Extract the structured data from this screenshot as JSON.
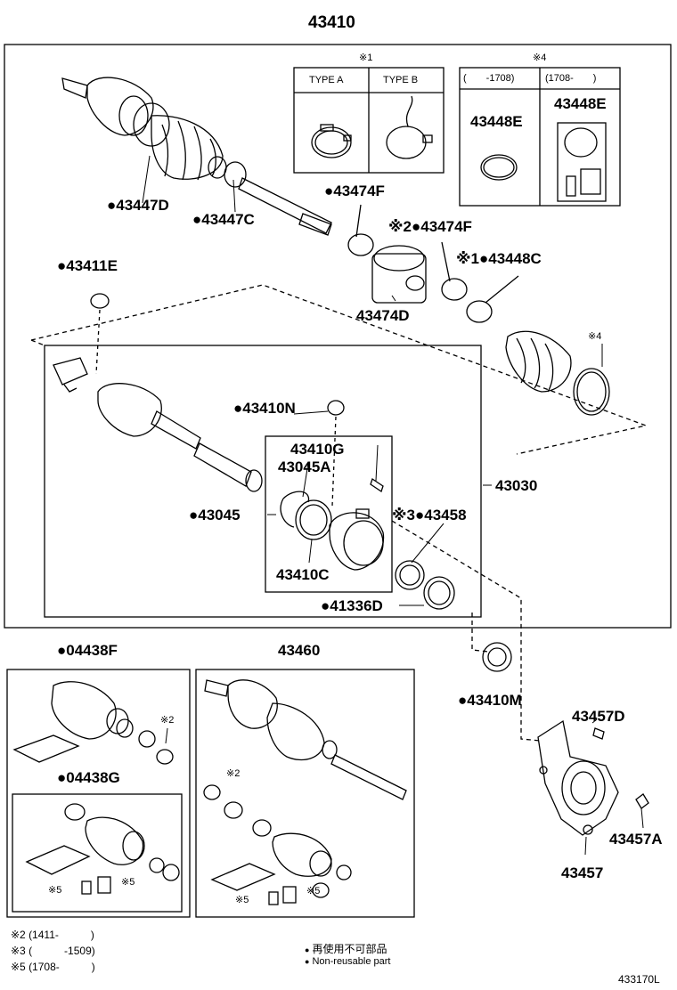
{
  "assembly": {
    "main_part": "43410",
    "inner_part": "43030",
    "drawing_number": "433170L"
  },
  "variant_tables": {
    "note1": {
      "marker": "※1",
      "headers": [
        "TYPE A",
        "TYPE B"
      ]
    },
    "note4": {
      "marker": "※4",
      "headers": [
        "(　　-1708)",
        "(1708-　　)"
      ],
      "parts": [
        "43448E",
        "43448E"
      ]
    }
  },
  "parts": {
    "p43447D": "●43447D",
    "p43447C": "●43447C",
    "p43474F_a": "●43474F",
    "p43474F_b": "※2●43474F",
    "p43448C": "※1●43448C",
    "p43474D": "43474D",
    "p43411E": "●43411E",
    "note4_boot": "※4",
    "p43410N": "●43410N",
    "p43410G": "43410G",
    "p43045A": "43045A",
    "p43045": "●43045",
    "p43458": "※3●43458",
    "p43410C": "43410C",
    "p41336D": "●41336D",
    "p43030": "43030",
    "p43410M": "●43410M",
    "p43457D": "43457D",
    "p43457A": "43457A",
    "p43457": "43457",
    "p04438F": "●04438F",
    "p04438G": "●04438G",
    "p43460": "43460",
    "kitF_note2": "※2",
    "kitG_note5a": "※5",
    "kitG_note5b": "※5",
    "rep_note2": "※2",
    "rep_note5a": "※5",
    "rep_note5b": "※5"
  },
  "footnotes": [
    "※2 (1411-　　　)",
    "※3 (　　　-1509)",
    "※5 (1708-　　　)"
  ],
  "legend": {
    "line1": "再使用不可部品",
    "line2": "Non-reusable part"
  }
}
